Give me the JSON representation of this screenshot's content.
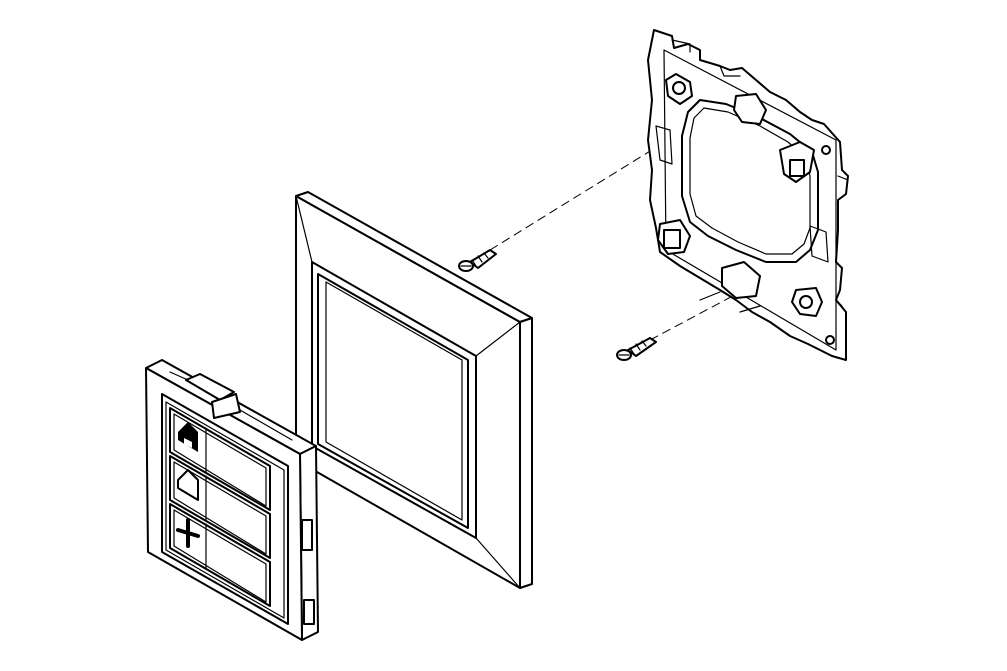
{
  "diagram": {
    "parts": [
      {
        "id": "mounting-bracket",
        "icon": "bracket-plate"
      },
      {
        "id": "cover-frame",
        "icon": "square-frame"
      },
      {
        "id": "push-button-module",
        "icon": "three-button-switch"
      },
      {
        "id": "screw-upper",
        "icon": "screw"
      },
      {
        "id": "screw-lower",
        "icon": "screw"
      }
    ],
    "button_icons": [
      "house-filled-icon",
      "house-outline-icon",
      "plus-icon"
    ],
    "colors": {
      "line": "#000000",
      "background": "#ffffff"
    }
  }
}
